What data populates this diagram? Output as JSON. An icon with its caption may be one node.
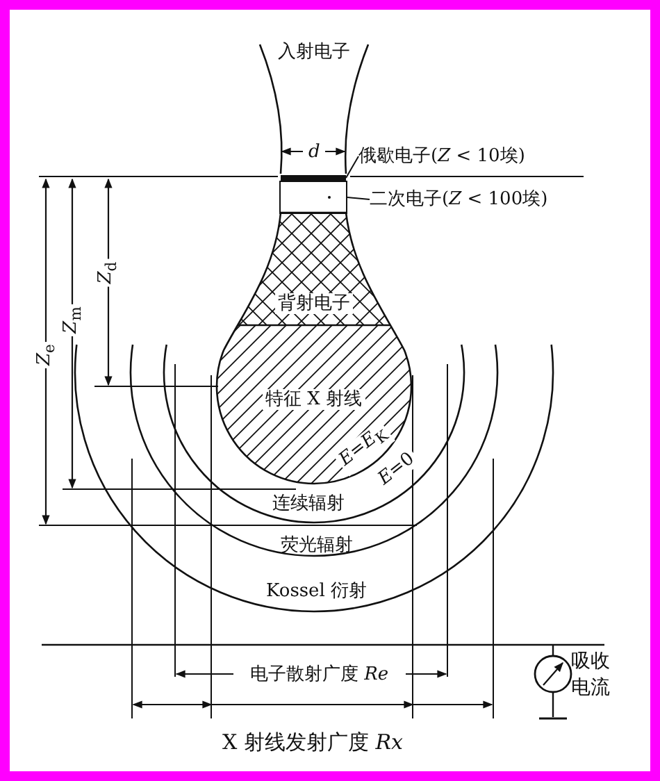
{
  "diagram": {
    "nodes": [
      {
        "text": [
          "俄歇电子(*Z* < 10埃)"
        ]
      },
      {
        "text": [],
        "shape": "bar"
      },
      {
        "text": [
          "二次电子(*Z* < 100埃)"
        ]
      },
      {
        "text": [],
        "shape": "box"
      }
    ],
    "edges": [
      {
        "from": 0,
        "to": 1,
        "arrow": "none"
      },
      {
        "from": 2,
        "to": 3,
        "arrow": "none"
      }
    ],
    "labels": [
      "入射电子",
      "*d*",
      "*Z*$_{e}$",
      "*Z*$_{m}$",
      "*Z*$_{d}$",
      "背射电子",
      "特征 X 射线",
      "*E*=*E*$_{K}$",
      "*E*=0",
      "连续辐射",
      "荧光辐射",
      "Kossel 衍射",
      "电子散射广度 *Re*",
      "吸收电流",
      "X 射线发射广度 *Rx*"
    ]
  }
}
